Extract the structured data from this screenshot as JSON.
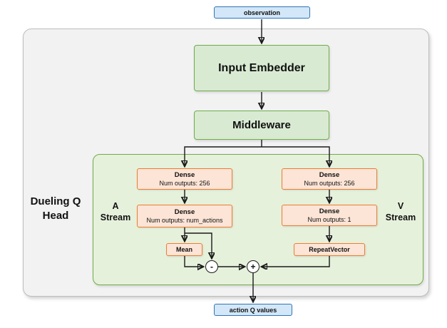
{
  "observation": {
    "label": "observation"
  },
  "pipeline": {
    "input_embedder": "Input Embedder",
    "middleware": "Middleware"
  },
  "dueling_head": {
    "title": "Dueling Q Head",
    "a_stream": {
      "label": "A Stream",
      "dense1": {
        "name": "Dense",
        "detail": "Num outputs: 256"
      },
      "dense2": {
        "name": "Dense",
        "detail": "Num outputs: num_actions"
      },
      "mean": "Mean",
      "minus_op": "-"
    },
    "v_stream": {
      "label": "V Stream",
      "dense1": {
        "name": "Dense",
        "detail": "Num outputs: 256"
      },
      "dense2": {
        "name": "Dense",
        "detail": "Num outputs: 1"
      },
      "repeat_vector": "RepeatVector",
      "plus_op": "+"
    }
  },
  "output": {
    "label": "action Q values"
  },
  "colors": {
    "node_blue_fill": "#d3e7f8",
    "node_blue_border": "#2e75b6",
    "node_green_fill": "#d9ead3",
    "node_green_border": "#70ad47",
    "container_green_fill": "#e6f1dc",
    "node_orange_fill": "#fce4d6",
    "node_orange_border": "#ed7d31",
    "container_gray_fill": "#f2f2f3",
    "container_gray_border": "#bdbdbd",
    "edge_color": "#1a1a1a"
  }
}
